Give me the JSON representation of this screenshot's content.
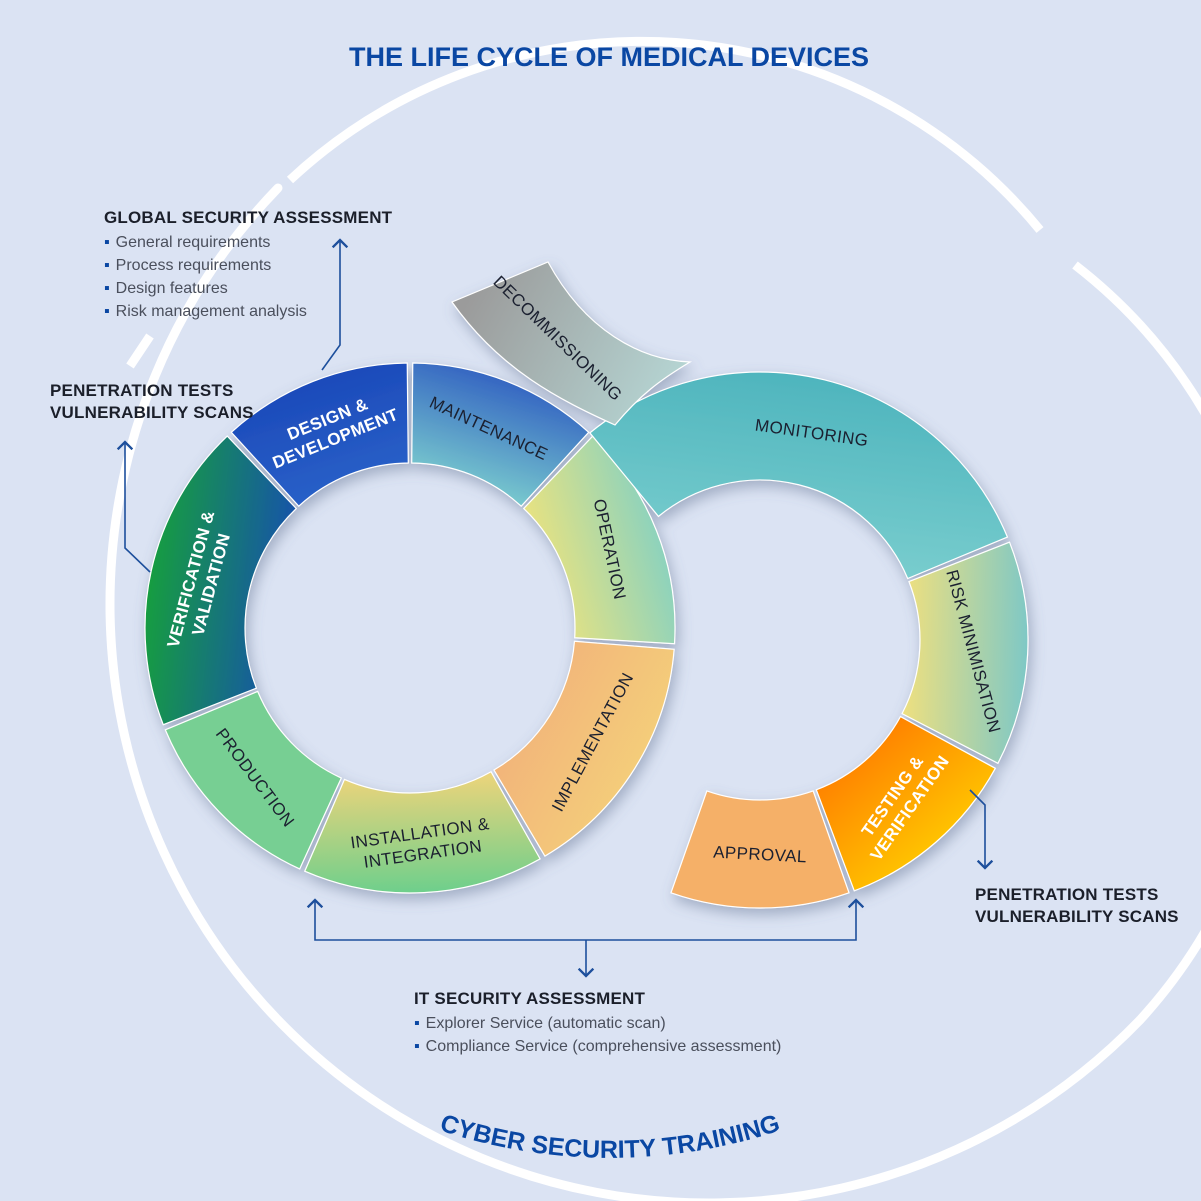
{
  "title": "THE LIFE CYCLE OF MEDICAL DEVICES",
  "outer_label": "CYBER SECURITY TRAINING",
  "left_ring": [
    {
      "id": "design",
      "label": [
        "DESIGN &",
        "DEVELOPMENT"
      ],
      "colors": [
        "#1a47b8",
        "#2a62c9"
      ]
    },
    {
      "id": "maintenance",
      "label": [
        "MAINTENANCE"
      ],
      "colors": [
        "#2a55c0",
        "#7fd3cf"
      ]
    },
    {
      "id": "operation",
      "label": [
        "OPERATION"
      ],
      "colors": [
        "#7fd0c6",
        "#f2e47a"
      ]
    },
    {
      "id": "implementation",
      "label": [
        "IMPLEMENTATION"
      ],
      "colors": [
        "#f4d47a",
        "#f2b07a"
      ]
    },
    {
      "id": "installation",
      "label": [
        "INSTALLATION &",
        "INTEGRATION"
      ],
      "colors": [
        "#6dcf8c",
        "#f0d47a"
      ]
    },
    {
      "id": "production",
      "label": [
        "PRODUCTION"
      ],
      "colors": [
        "#77cf93",
        "#77cf93"
      ]
    },
    {
      "id": "verification",
      "label": [
        "VERIFICATION &",
        "VALIDATION"
      ],
      "colors": [
        "#12a03c",
        "#1a4fb0"
      ]
    }
  ],
  "right_ring": [
    {
      "id": "monitoring",
      "label": [
        "MONITORING"
      ],
      "colors": [
        "#4db4bd",
        "#7ccfcf"
      ]
    },
    {
      "id": "risk",
      "label": [
        "RISK MINIMISATION"
      ],
      "colors": [
        "#7ec8c6",
        "#f0e07e"
      ]
    },
    {
      "id": "testing",
      "label": [
        "TESTING &",
        "VERIFICATION"
      ],
      "colors": [
        "#ffd600",
        "#ff7a00"
      ]
    },
    {
      "id": "approval",
      "label": [
        "APPROVAL"
      ],
      "colors": [
        "#f5b068",
        "#f5b068"
      ]
    }
  ],
  "decommissioning": {
    "label": "DECOMMISSIONING",
    "colors": [
      "#9b9b9b",
      "#b5d4d2"
    ]
  },
  "global_assessment": {
    "title": "GLOBAL SECURITY ASSESSMENT",
    "items": [
      "General requirements",
      "Process requirements",
      "Design features",
      "Risk management analysis"
    ]
  },
  "pentest_left": {
    "line1": "PENETRATION TESTS",
    "line2": "VULNERABILITY SCANS"
  },
  "pentest_right": {
    "line1": "PENETRATION TESTS",
    "line2": "VULNERABILITY SCANS"
  },
  "it_assessment": {
    "title": "IT SECURITY ASSESSMENT",
    "items": [
      "Explorer Service (automatic scan)",
      "Compliance Service (comprehensive assessment)"
    ]
  },
  "colors": {
    "accent": "#0a47a3",
    "background": "#dbe3f3",
    "connector": "#1d4f9c"
  }
}
